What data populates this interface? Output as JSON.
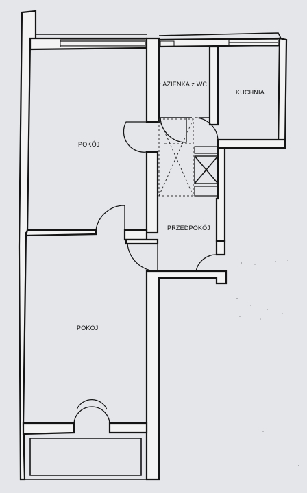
{
  "rooms": {
    "bathroom": "ŁAZIENKA z WC",
    "kitchen": "KUCHNIA",
    "room_top": "POKÓJ",
    "hallway": "PRZEDPOKÓJ",
    "room_bottom": "POKÓJ"
  },
  "colors": {
    "paper": "#e4e6ea",
    "wall_fill": "#f3f3f3",
    "ink": "#151515"
  }
}
